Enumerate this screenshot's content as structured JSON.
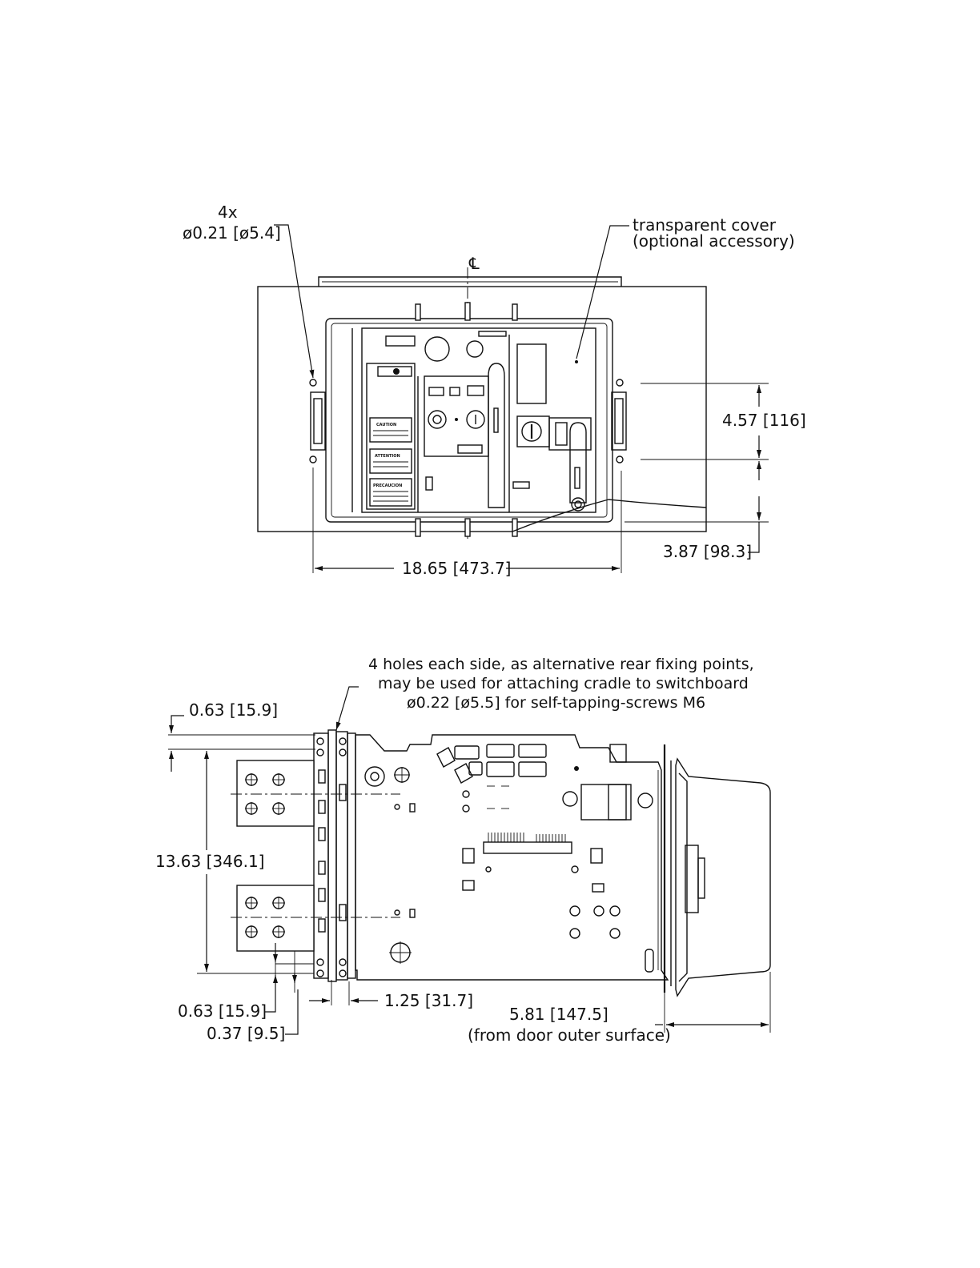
{
  "top_view": {
    "hole_count": "4x",
    "hole_diameter": "ø0.21 [ø5.4]",
    "centerline_symbol": "℄",
    "cover_label_line1": "transparent cover",
    "cover_label_line2": "(optional accessory)",
    "dim_height_spacing": "4.57 [116]",
    "dim_bottom_offset": "3.87 [98.3]",
    "dim_width": "18.65 [473.7]",
    "panel_labels": {
      "caution": "CAUTION",
      "attention": "ATTENTION",
      "precaucion": "PRECAUCION"
    }
  },
  "side_view": {
    "note_line1": "4 holes each side, as alternative rear fixing points,",
    "note_line2": "may be used for attaching cradle to switchboard",
    "note_line3": "ø0.22 [ø5.5] for self-tapping-screws M6",
    "dim_top_offset": "0.63 [15.9]",
    "dim_height": "13.63 [346.1]",
    "dim_bottom_offset": "0.63 [15.9]",
    "dim_flange": "0.37 [9.5]",
    "dim_depth_small": "1.25 [31.7]",
    "dim_door_depth": "5.81 [147.5]",
    "dim_door_note": "(from door outer surface)"
  }
}
